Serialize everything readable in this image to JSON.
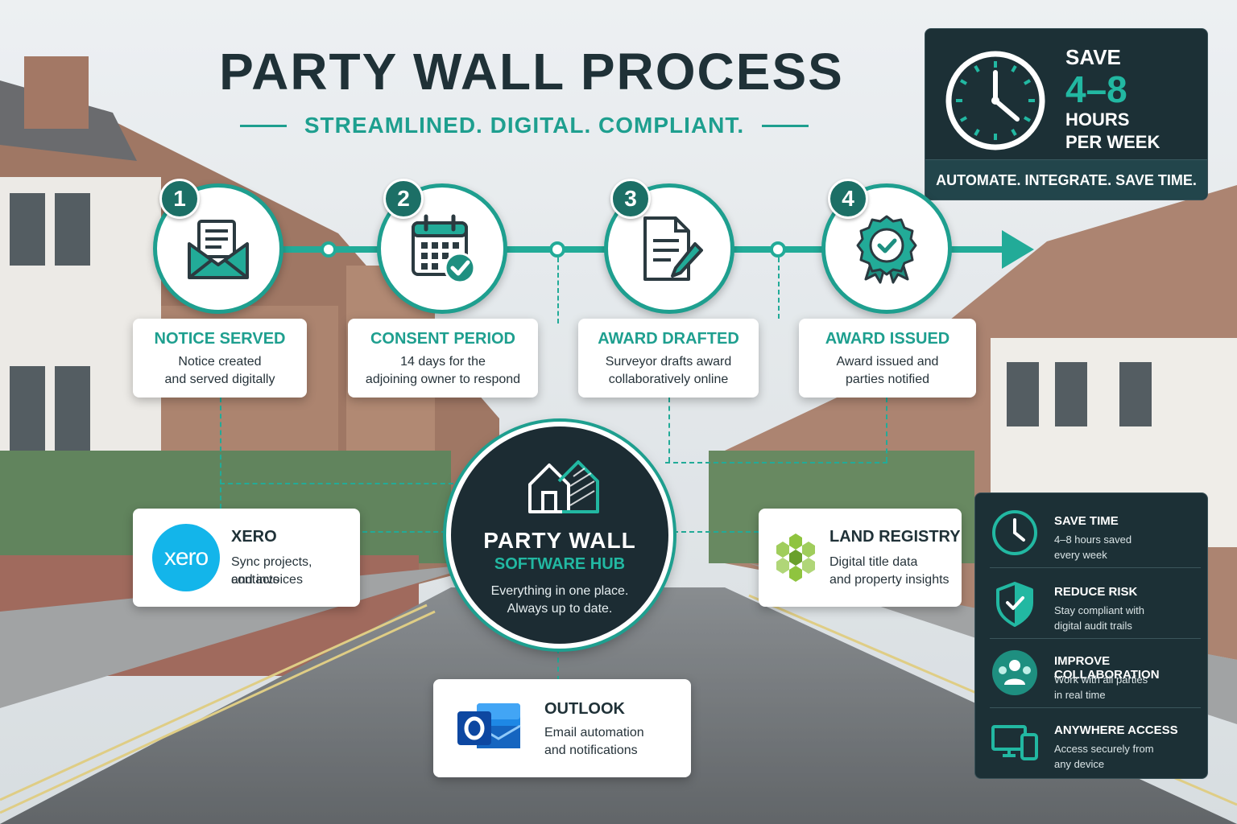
{
  "title": "PARTY WALL PROCESS",
  "subtitle": "STREAMLINED. DIGITAL. COMPLIANT.",
  "save_panel": {
    "label": "SAVE",
    "value": "4–8",
    "unit_line1": "HOURS",
    "unit_line2": "PER WEEK",
    "footer": "AUTOMATE. INTEGRATE. SAVE TIME."
  },
  "steps": [
    {
      "number": "1",
      "title": "NOTICE SERVED",
      "desc_line1": "Notice created",
      "desc_line2": "and served digitally",
      "icon": "envelope-icon"
    },
    {
      "number": "2",
      "title": "CONSENT PERIOD",
      "desc_line1": "14 days for the",
      "desc_line2": "adjoining owner to respond",
      "icon": "calendar-check-icon"
    },
    {
      "number": "3",
      "title": "AWARD DRAFTED",
      "desc_line1": "Surveyor drafts award",
      "desc_line2": "collaboratively online",
      "icon": "document-pen-icon"
    },
    {
      "number": "4",
      "title": "AWARD ISSUED",
      "desc_line1": "Award issued and",
      "desc_line2": "parties notified",
      "icon": "award-ribbon-icon"
    }
  ],
  "hub": {
    "title": "PARTY WALL",
    "subtitle": "SOFTWARE HUB",
    "desc_line1": "Everything in one place.",
    "desc_line2": "Always up to date.",
    "icon": "houses-icon"
  },
  "integrations": {
    "xero": {
      "logo_text": "xero",
      "title": "XERO",
      "desc_line1": "Sync projects, contacts",
      "desc_line2": "and invoices",
      "icon": "xero-logo"
    },
    "land_registry": {
      "title": "LAND REGISTRY",
      "desc_line1": "Digital title data",
      "desc_line2": "and property insights",
      "icon": "land-registry-logo"
    },
    "outlook": {
      "title": "OUTLOOK",
      "desc_line1": "Email automation",
      "desc_line2": "and notifications",
      "icon": "outlook-logo"
    }
  },
  "benefits": [
    {
      "title": "SAVE TIME",
      "desc_line1": "4–8 hours saved",
      "desc_line2": "every week",
      "icon": "clock-icon"
    },
    {
      "title": "REDUCE RISK",
      "desc_line1": "Stay compliant with",
      "desc_line2": "digital audit trails",
      "icon": "shield-icon"
    },
    {
      "title": "IMPROVE COLLABORATION",
      "desc_line1": "Work with all parties",
      "desc_line2": "in real time",
      "icon": "people-icon"
    },
    {
      "title": "ANYWHERE ACCESS",
      "desc_line1": "Access securely from",
      "desc_line2": "any device",
      "icon": "devices-icon"
    }
  ],
  "colors": {
    "accent": "#1e9f8f",
    "dark_panel": "#1c3036",
    "title": "#1f3137"
  }
}
